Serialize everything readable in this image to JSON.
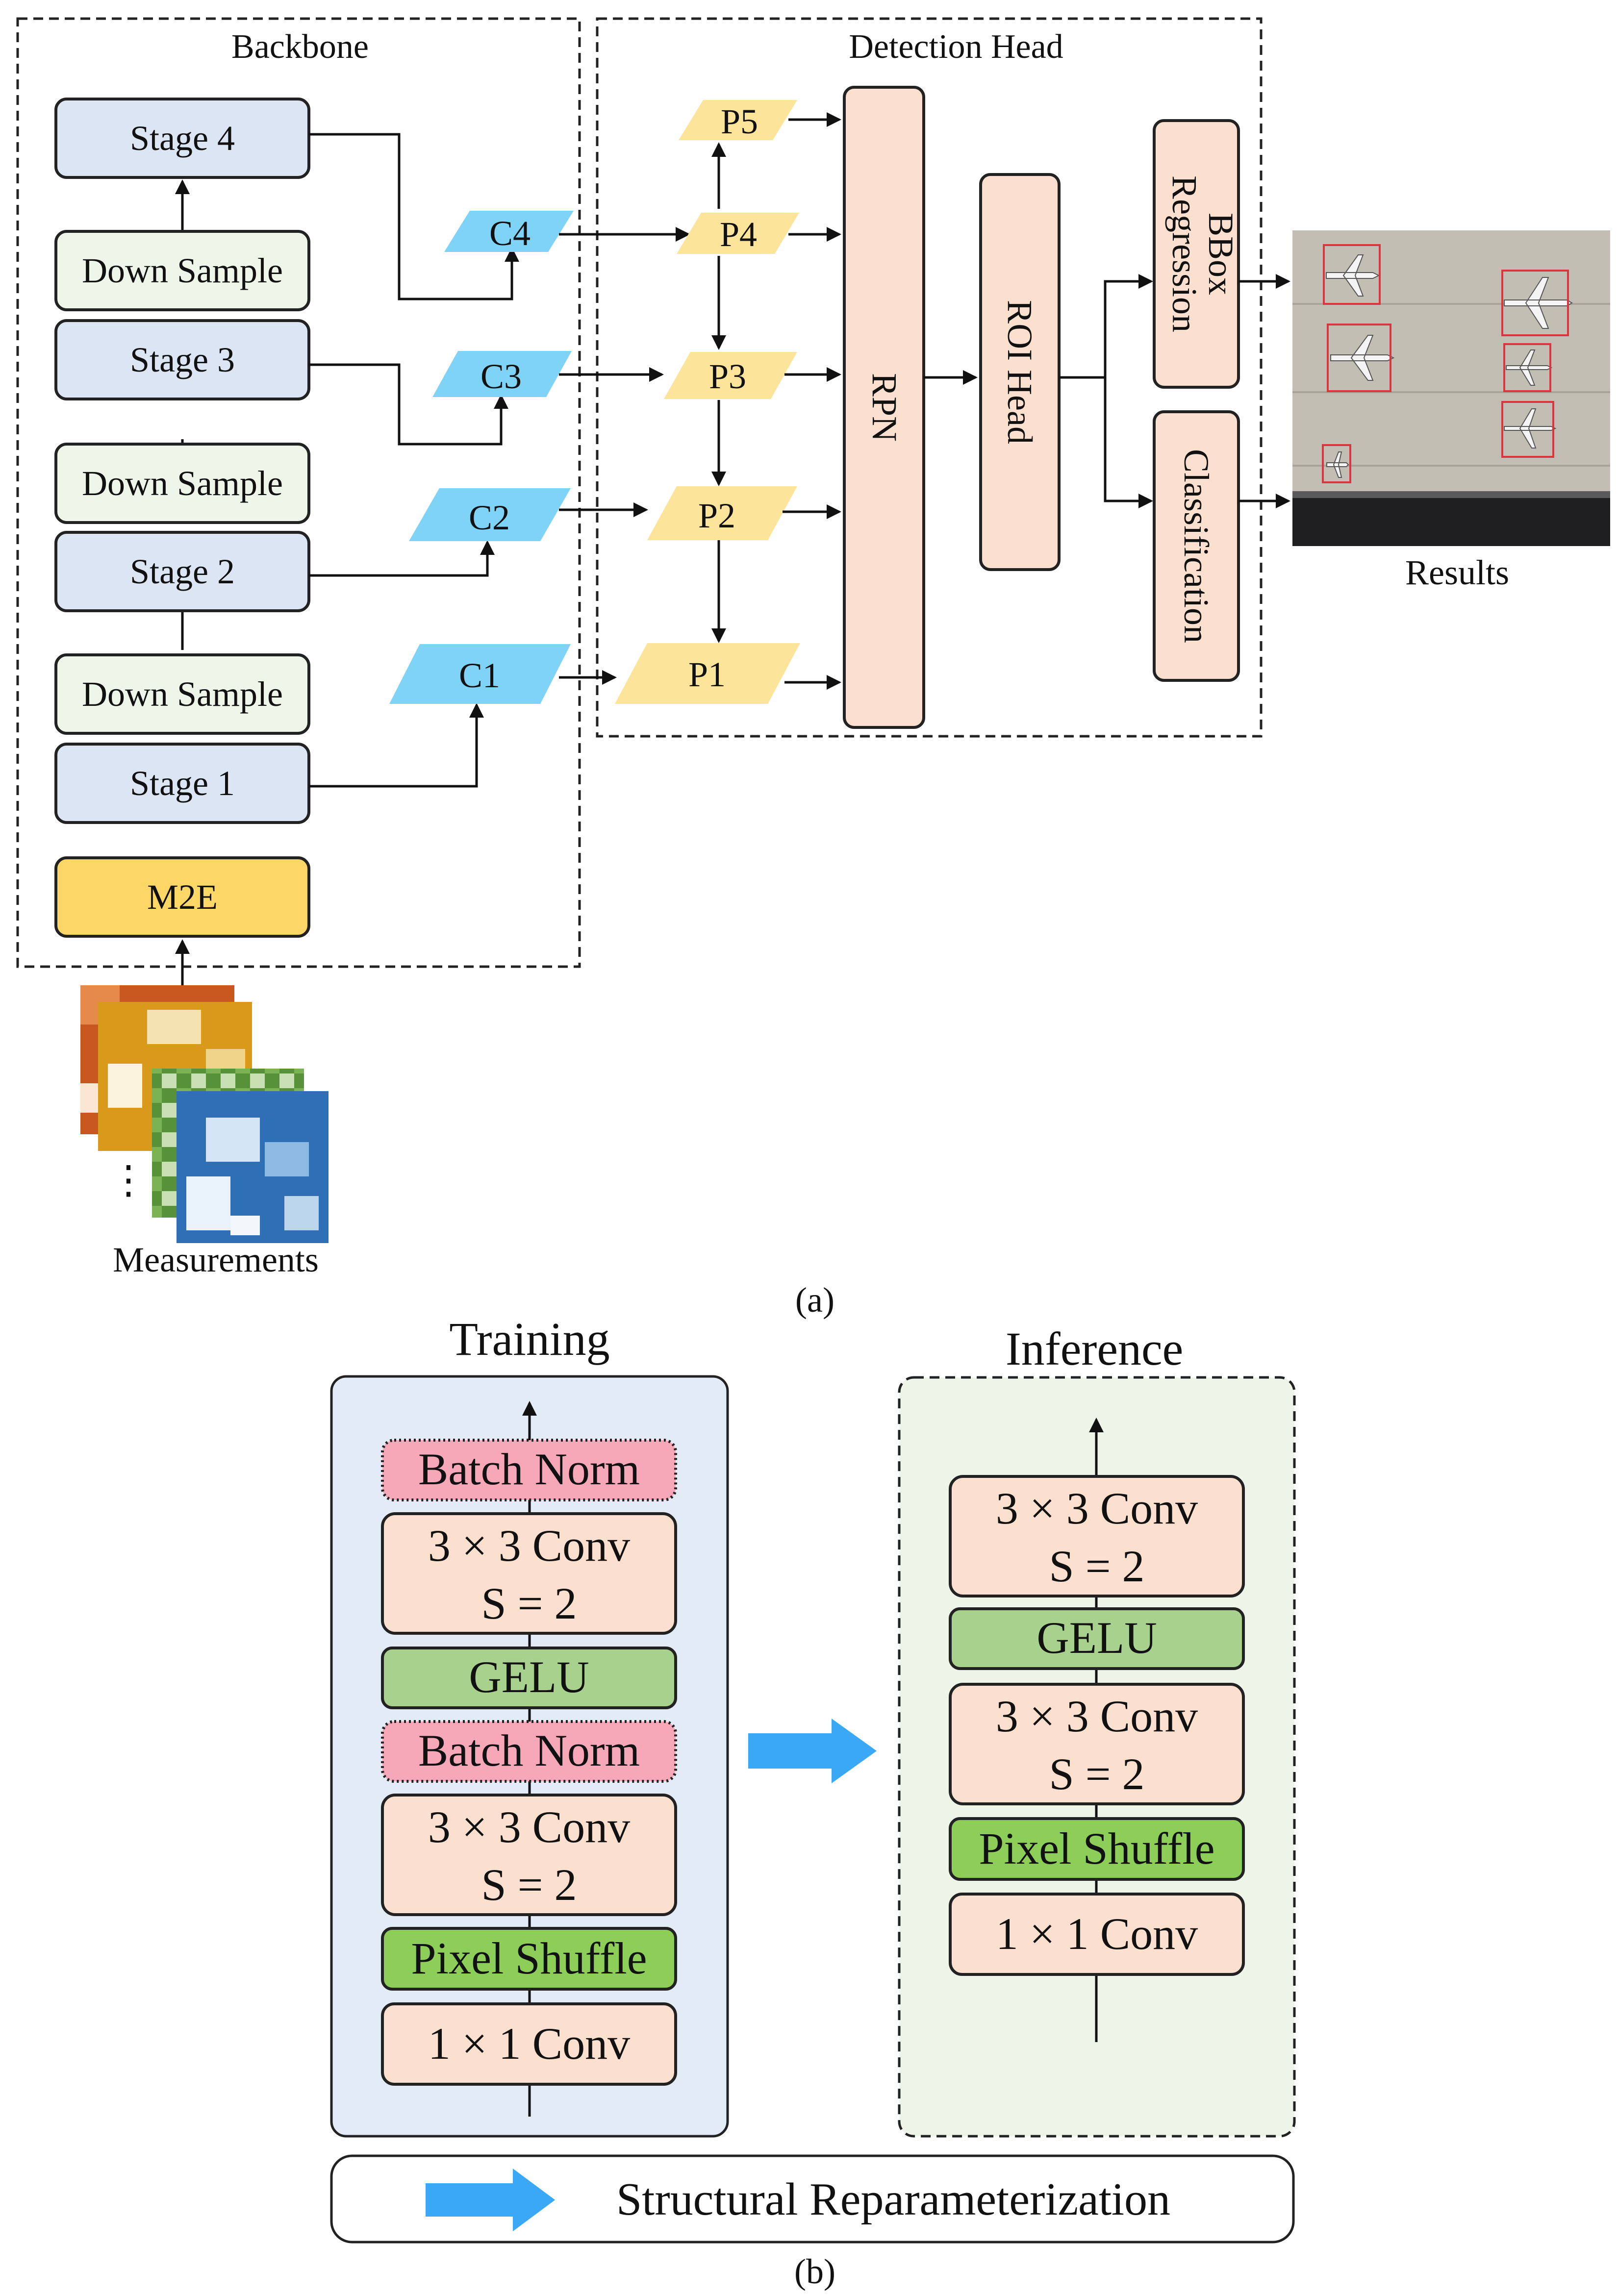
{
  "panel_a": {
    "label": "(a)",
    "backbone": {
      "title": "Backbone",
      "stage4": "Stage 4",
      "stage3": "Stage 3",
      "stage2": "Stage 2",
      "stage1": "Stage 1",
      "down_sample": "Down Sample",
      "m2e": "M2E"
    },
    "detection_head": {
      "title": "Detection Head",
      "rpn": "RPN",
      "roi_head": "ROI Head",
      "bbox_regression_line1": "BBox",
      "bbox_regression_line2": "Regression",
      "classification": "Classification"
    },
    "features_c": [
      "C1",
      "C2",
      "C3",
      "C4"
    ],
    "features_p": [
      "P1",
      "P2",
      "P3",
      "P4",
      "P5"
    ],
    "results_label": "Results",
    "measurements_label": "Measurements",
    "measurements_dots": "⋮"
  },
  "panel_b": {
    "label": "(b)",
    "training": {
      "title": "Training",
      "batch_norm": "Batch Norm",
      "conv3x3_line1": "3 × 3 Conv",
      "conv3x3_line2": "S = 2",
      "gelu": "GELU",
      "pixel_shuffle": "Pixel Shuffle",
      "conv1x1": "1 × 1 Conv"
    },
    "inference": {
      "title": "Inference",
      "conv3x3_line1": "3 × 3 Conv",
      "conv3x3_line2": "S = 2",
      "gelu": "GELU",
      "pixel_shuffle": "Pixel Shuffle",
      "conv1x1": "1 × 1 Conv"
    },
    "legend": "Structural Reparameterization"
  },
  "colors": {
    "stage_fill": "#dbe5f3",
    "downsample_fill": "#eef5e9",
    "m2e_fill": "#fdd766",
    "c_fill": "#7fd3f7",
    "p_fill": "#fde49b",
    "head_fill": "#fbe0cf",
    "conv_fill": "#fbe0cf",
    "gelu_fill": "#a8d18d",
    "pixel_shuffle_fill": "#8cce57",
    "batch_norm_fill": "#f7a8b8",
    "training_bg": "#e3ebf7",
    "inference_bg": "#edf4e8",
    "arrow_blue": "#3aa8f5"
  }
}
